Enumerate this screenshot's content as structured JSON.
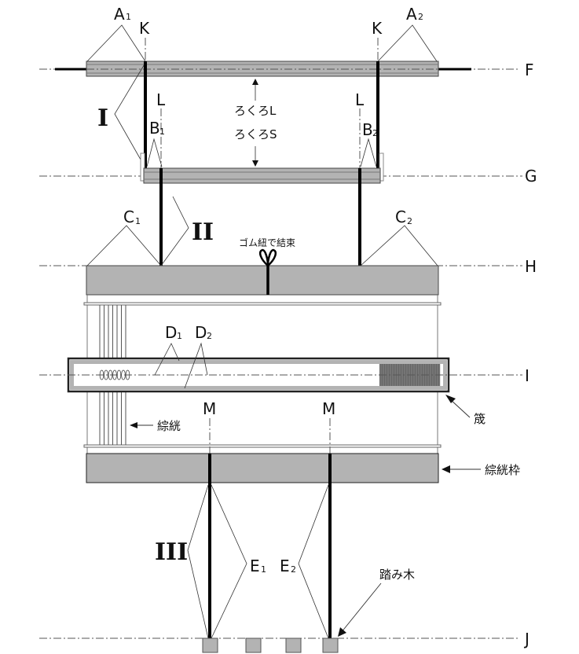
{
  "axes": {
    "F": "F",
    "G": "G",
    "H": "H",
    "I": "I",
    "J": "J",
    "K_left": "K",
    "K_right": "K",
    "L_left": "L",
    "L_right": "L",
    "M_left": "M",
    "M_right": "M"
  },
  "parts": {
    "A1": {
      "letter": "A",
      "sub": "1"
    },
    "A2": {
      "letter": "A",
      "sub": "2"
    },
    "B1": {
      "letter": "B",
      "sub": "1"
    },
    "B2": {
      "letter": "B",
      "sub": "2"
    },
    "C1": {
      "letter": "C",
      "sub": "1"
    },
    "C2": {
      "letter": "C",
      "sub": "2"
    },
    "D1": {
      "letter": "D",
      "sub": "1"
    },
    "D2": {
      "letter": "D",
      "sub": "2"
    },
    "E1": {
      "letter": "E",
      "sub": "1"
    },
    "E2": {
      "letter": "E",
      "sub": "2"
    }
  },
  "groups": {
    "I": "I",
    "II": "II",
    "III": "III"
  },
  "annotations": {
    "rokuro_L": "ろくろL",
    "rokuro_S": "ろくろS",
    "rubber_tie": "ゴム紐で結束",
    "heddle": "綜絖",
    "reed": "筬",
    "heddle_frame": "綜絖枠",
    "treadle": "踏み木"
  },
  "colors": {
    "bar_fill": "#b3b3b3",
    "cord": "#000000",
    "reed_teeth": "#666666"
  },
  "treadle_count": 4
}
